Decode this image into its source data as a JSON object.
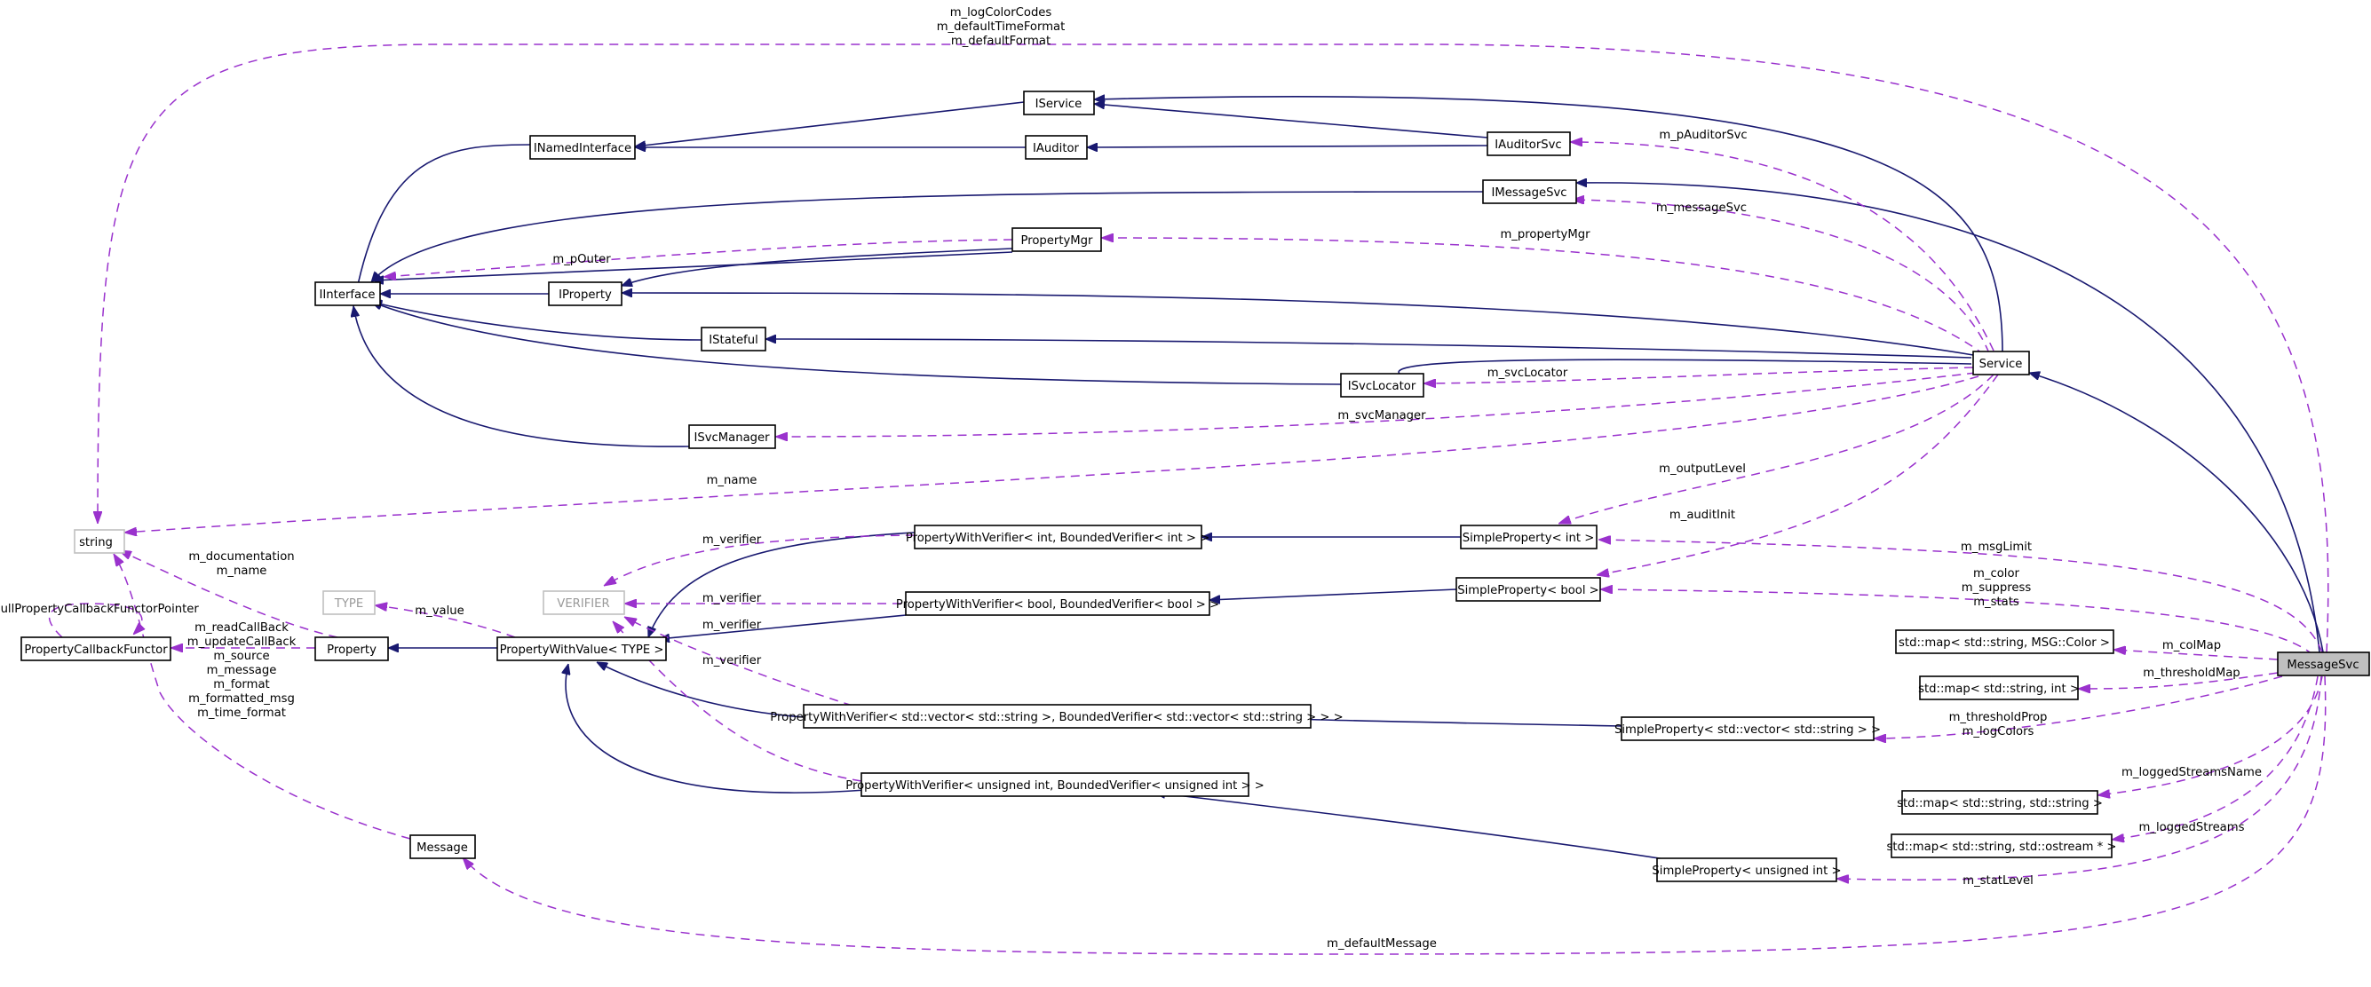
{
  "colors": {
    "inheritance_edge": "#191970",
    "usage_edge": "#9a32cd",
    "node_border": "#000000",
    "template_node_border": "#bfbfbf",
    "highlighted_node_fill": "#bfbfbf"
  },
  "nodes": {
    "message_svc": "MessageSvc",
    "service": "Service",
    "iservice": "IService",
    "inamed_interface": "INamedInterface",
    "iauditor": "IAuditor",
    "iauditor_svc": "IAuditorSvc",
    "imessage_svc": "IMessageSvc",
    "property_mgr": "PropertyMgr",
    "iinterface": "IInterface",
    "iproperty": "IProperty",
    "istateful": "IStateful",
    "isvc_locator": "ISvcLocator",
    "isvc_manager": "ISvcManager",
    "string": "string",
    "property_callback_functor": "PropertyCallbackFunctor",
    "type": "TYPE",
    "verifier": "VERIFIER",
    "property": "Property",
    "property_with_value": "PropertyWithValue< TYPE >",
    "pwv_int": "PropertyWithVerifier< int, BoundedVerifier< int > >",
    "pwv_bool": "PropertyWithVerifier< bool, BoundedVerifier< bool > >",
    "pwv_vector": "PropertyWithVerifier< std::vector< std::string >, BoundedVerifier< std::vector< std::string > > >",
    "pwv_uint": "PropertyWithVerifier< unsigned int, BoundedVerifier< unsigned int > >",
    "simple_int": "SimpleProperty< int >",
    "simple_bool": "SimpleProperty< bool >",
    "simple_vector": "SimpleProperty< std::vector< std::string > >",
    "simple_uint": "SimpleProperty< unsigned int >",
    "map_color": "std::map< std::string, MSG::Color >",
    "map_int": "std::map< std::string, int >",
    "map_string": "std::map< std::string, std::string >",
    "map_ostream": "std::map< std::string, std::ostream * >",
    "message": "Message"
  },
  "labels": {
    "top_1": "m_logColorCodes",
    "top_2": "m_defaultTimeFormat",
    "top_3": "m_defaultFormat",
    "p_auditor_svc": "m_pAuditorSvc",
    "message_svc": "m_messageSvc",
    "property_mgr": "m_propertyMgr",
    "p_outer": "m_pOuter",
    "svc_locator": "m_svcLocator",
    "svc_manager": "m_svcManager",
    "name": "m_name",
    "output_level": "m_outputLevel",
    "audit_init": "m_auditInit",
    "verifier_1": "m_verifier",
    "verifier_2": "m_verifier",
    "verifier_3": "m_verifier",
    "verifier_4": "m_verifier",
    "msg_limit": "m_msgLimit",
    "color": "m_color",
    "suppress": "m_suppress",
    "stats": "m_stats",
    "documentation": "m_documentation",
    "name_2": "m_name",
    "null_functor": "nullPropertyCallbackFunctorPointer",
    "value": "m_value",
    "read_callback": "m_readCallBack",
    "update_callback": "m_updateCallBack",
    "msg_source": "m_source",
    "msg_message": "m_message",
    "msg_format": "m_format",
    "msg_formatted": "m_formatted_msg",
    "msg_time_format": "m_time_format",
    "col_map": "m_colMap",
    "threshold_map": "m_thresholdMap",
    "threshold_prop": "m_thresholdProp",
    "log_colors": "m_logColors",
    "logged_streams_name": "m_loggedStreamsName",
    "logged_streams": "m_loggedStreams",
    "stat_level": "m_statLevel",
    "default_message": "m_defaultMessage"
  }
}
